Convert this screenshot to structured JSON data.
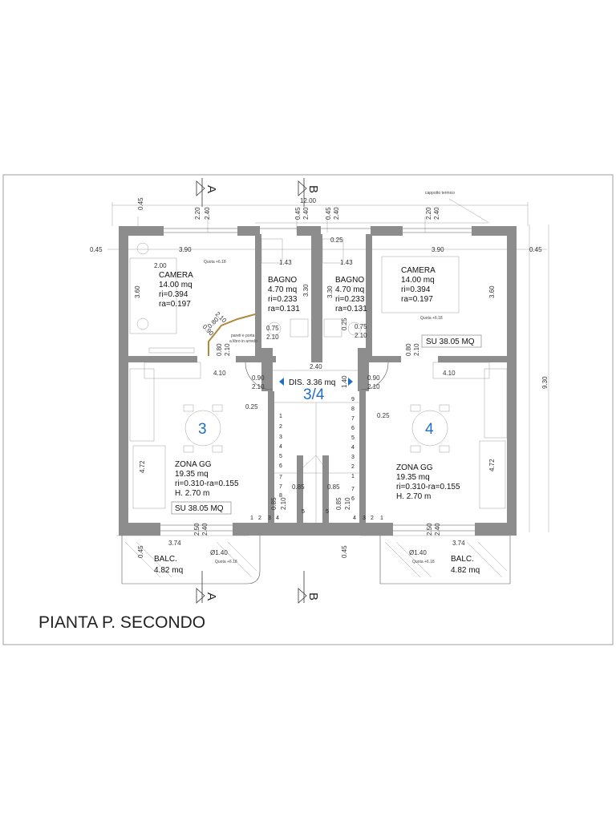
{
  "title": "PIANTA P. SECONDO",
  "section_marks": {
    "a": "A",
    "b": "B"
  },
  "notes": {
    "cappotto": "cappotto termico",
    "pareti_1": "pareti e porta",
    "pareti_2": "a libro in arredo"
  },
  "levels": {
    "room": "Quota +6.18",
    "balcony": "Quota +6.18"
  },
  "dims": {
    "total_width": "12.00",
    "total_height": "9.30",
    "d045": "0.45",
    "d220": "2.20",
    "d240": "2.40",
    "d390": "3.90",
    "d200": "2.00",
    "d360": "3.60",
    "d143": "1.43",
    "d330": "3.30",
    "d025": "0.25",
    "d075": "0.75",
    "d210": "2.10",
    "d080": "0.80",
    "d090": "0.90",
    "d410": "4.10",
    "d140": "1.40",
    "d472": "4.72",
    "d085": "0.85",
    "d250": "2.50",
    "d374": "3.74",
    "d_phi": "Ø1.40"
  },
  "rooms": {
    "camera_left": {
      "name": "CAMERA",
      "area": "14.00 mq",
      "ri": "ri=0.394",
      "ra": "ra=0.197"
    },
    "camera_right": {
      "name": "CAMERA",
      "area": "14.00 mq",
      "ri": "ri=0.394",
      "ra": "ra=0.197"
    },
    "bagno_left": {
      "name": "BAGNO",
      "area": "4.70 mq",
      "ri": "ri=0.233",
      "ra": "ra=0.131"
    },
    "bagno_right": {
      "name": "BAGNO",
      "area": "4.70 mq",
      "ri": "ri=0.233",
      "ra": "ra=0.131"
    },
    "dis": {
      "name": "DIS. 3.36 mq"
    },
    "zona_left": {
      "name": "ZONA GG",
      "area": "19.35 mq",
      "ri": "ri=0.310-ra=0.155",
      "h": "H. 2.70 m"
    },
    "zona_right": {
      "name": "ZONA GG",
      "area": "19.35 mq",
      "ri": "ri=0.310-ra=0.155",
      "h": "H. 2.70 m"
    },
    "balc_left": {
      "name": "BALC.",
      "area": "4.82 mq"
    },
    "balc_right": {
      "name": "BALC.",
      "area": "4.82 mq"
    }
  },
  "su": {
    "left": "SU 38.05 MQ",
    "right": "SU 38.05 MQ"
  },
  "unit_numbers": {
    "left": "3",
    "center": "3/4",
    "right": "4"
  },
  "stairs": {
    "left_column": [
      "1",
      "2",
      "3",
      "4",
      "5",
      "6",
      "7",
      "7",
      "8"
    ],
    "left_bottom": [
      "1",
      "2",
      "3",
      "4",
      "5"
    ],
    "right_column": [
      "9",
      "8",
      "7",
      "6",
      "5",
      "4",
      "3",
      "2",
      "1"
    ],
    "right_bottom": [
      "5",
      "4",
      "3",
      "2",
      "1"
    ],
    "right_lower": [
      "7",
      "6"
    ]
  },
  "colors": {
    "wall": "#8d8d8d",
    "accent": "#1f6fc4",
    "door": "#b08a3a"
  }
}
